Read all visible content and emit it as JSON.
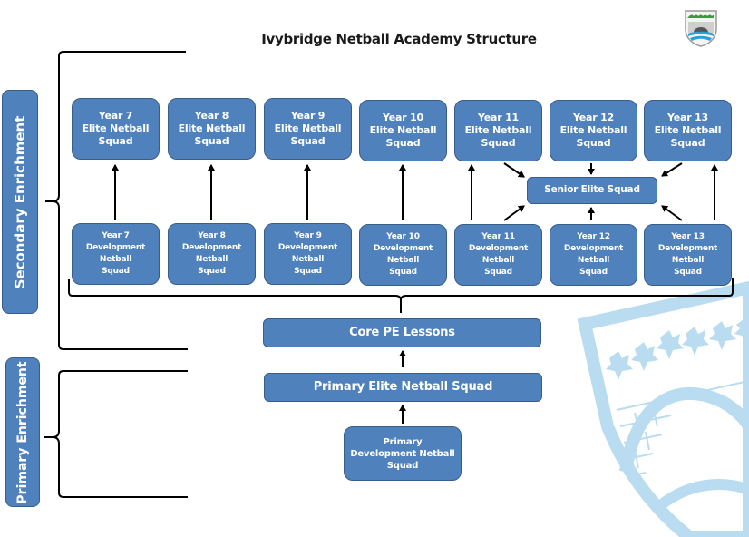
{
  "title": "Ivybridge Netball Academy Structure",
  "logo": {
    "icon": "school-crest-icon",
    "colors": {
      "leaves": "#3a9a3a",
      "wall": "#c8c8c8",
      "water": "#2aa0d8"
    }
  },
  "colors": {
    "box_fill": "#4f81bd",
    "box_border": "#385d8a",
    "text": "#ffffff",
    "watermark": "#b9dcf0"
  },
  "sections": {
    "secondary": "Secondary Enrichment",
    "primary": "Primary Enrichment"
  },
  "elite_squads": [
    {
      "year": "Year 7",
      "line1": "Elite Netball",
      "line2": "Squad"
    },
    {
      "year": "Year 8",
      "line1": "Elite Netball",
      "line2": "Squad"
    },
    {
      "year": "Year 9",
      "line1": "Elite Netball",
      "line2": "Squad"
    },
    {
      "year": "Year 10",
      "line1": "Elite Netball",
      "line2": "Squad"
    },
    {
      "year": "Year 11",
      "line1": "Elite Netball",
      "line2": "Squad"
    },
    {
      "year": "Year 12",
      "line1": "Elite Netball",
      "line2": "Squad"
    },
    {
      "year": "Year 13",
      "line1": "Elite Netball",
      "line2": "Squad"
    }
  ],
  "development_squads": [
    {
      "year": "Year 7",
      "line1": "Development",
      "line2": "Netball",
      "line3": "Squad"
    },
    {
      "year": "Year 8",
      "line1": "Development",
      "line2": "Netball",
      "line3": "Squad"
    },
    {
      "year": "Year 9",
      "line1": "Development",
      "line2": "Netball",
      "line3": "Squad"
    },
    {
      "year": "Year 10",
      "line1": "Development",
      "line2": "Netball",
      "line3": "Squad"
    },
    {
      "year": "Year 11",
      "line1": "Development",
      "line2": "Netball",
      "line3": "Squad"
    },
    {
      "year": "Year 12",
      "line1": "Development",
      "line2": "Netball",
      "line3": "Squad"
    },
    {
      "year": "Year 13",
      "line1": "Development",
      "line2": "Netball",
      "line3": "Squad"
    }
  ],
  "senior_elite": "Senior Elite Squad",
  "core_pe": "Core PE Lessons",
  "primary_elite": "Primary Elite Netball Squad",
  "primary_development": {
    "line1": "Primary",
    "line2": "Development Netball",
    "line3": "Squad"
  }
}
